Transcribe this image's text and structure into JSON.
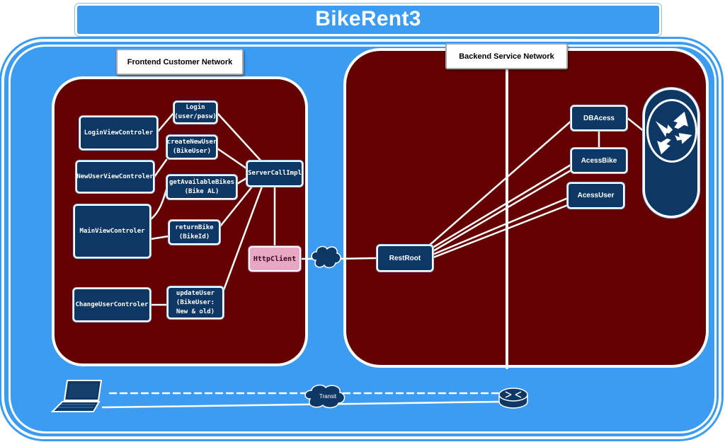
{
  "title": "BikeRent3",
  "zones": {
    "frontend_label": "Frontend Customer Network",
    "backend_label": "Backend Service Network"
  },
  "frontend": {
    "controllers": {
      "login": "LoginViewControler",
      "new_user": "NewUserViewControler",
      "main": "MainViewControler",
      "change_user": "ChangeUserControler"
    },
    "calls": {
      "login": "Login\n(user/pasw)",
      "create_new_user": "createNewUser\n(BikeUser)",
      "get_available_bikes": "getAvailableBikes\n(Bike AL)",
      "return_bike": "returnBike\n(BikeId)",
      "update_user": "updateUser\n(BikeUser:\nNew & old)"
    },
    "server_call_impl": "ServerCallImpl",
    "http_client": "HttpClient"
  },
  "backend": {
    "rest_root": "RestRoot",
    "db_access": "DBAcess",
    "access_bike": "AcessBike",
    "access_user": "AcessUser"
  },
  "bottom": {
    "transit_label": "Transit"
  },
  "colors": {
    "sky_blue": "#3c9cf2",
    "zone_maroon": "#650000",
    "node_navy": "#0d3866",
    "http_client_pink": "#e8a7c4",
    "line_white": "#ffffff"
  },
  "icons": [
    "laptop-icon",
    "router-icon",
    "cloud-icon",
    "database-router-icon"
  ]
}
